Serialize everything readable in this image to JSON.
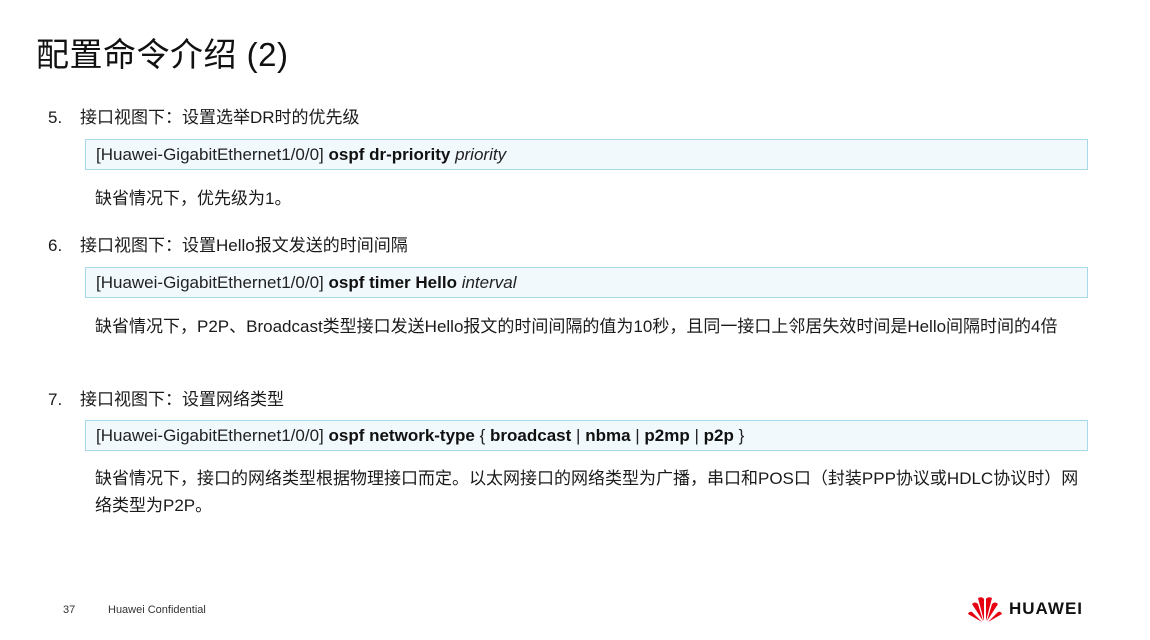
{
  "title": "配置命令介绍 (2)",
  "items": [
    {
      "num": "5.",
      "heading": "接口视图下：设置选举DR时的优先级",
      "cmd_prefix": "[Huawei-GigabitEthernet1/0/0]",
      "cmd_keyword": "ospf dr-priority",
      "cmd_param": "priority",
      "desc": "缺省情况下，优先级为1。"
    },
    {
      "num": "6.",
      "heading": "接口视图下：设置Hello报文发送的时间间隔",
      "cmd_prefix": "[Huawei-GigabitEthernet1/0/0]",
      "cmd_keyword": "ospf timer Hello",
      "cmd_param": "interval",
      "desc": "缺省情况下，P2P、Broadcast类型接口发送Hello报文的时间间隔的值为10秒，且同一接口上邻居失效时间是Hello间隔时间的4倍"
    },
    {
      "num": "7.",
      "heading": "接口视图下：设置网络类型",
      "cmd_prefix": "[Huawei-GigabitEthernet1/0/0]",
      "cmd_keyword": "ospf network-type",
      "cmd_brace_open": "{",
      "cmd_opt1": "broadcast",
      "cmd_sep1": "|",
      "cmd_opt2": "nbma",
      "cmd_sep2": "|",
      "cmd_opt3": "p2mp",
      "cmd_sep3": "|",
      "cmd_opt4": "p2p",
      "cmd_brace_close": "}",
      "desc": "缺省情况下，接口的网络类型根据物理接口而定。以太网接口的网络类型为广播，串口和POS口（封装PPP协议或HDLC协议时）网络类型为P2P。"
    }
  ],
  "footer": {
    "page_number": "37",
    "confidential": "Huawei Confidential",
    "logo_text": "HUAWEI",
    "logo_color": "#e60012"
  }
}
